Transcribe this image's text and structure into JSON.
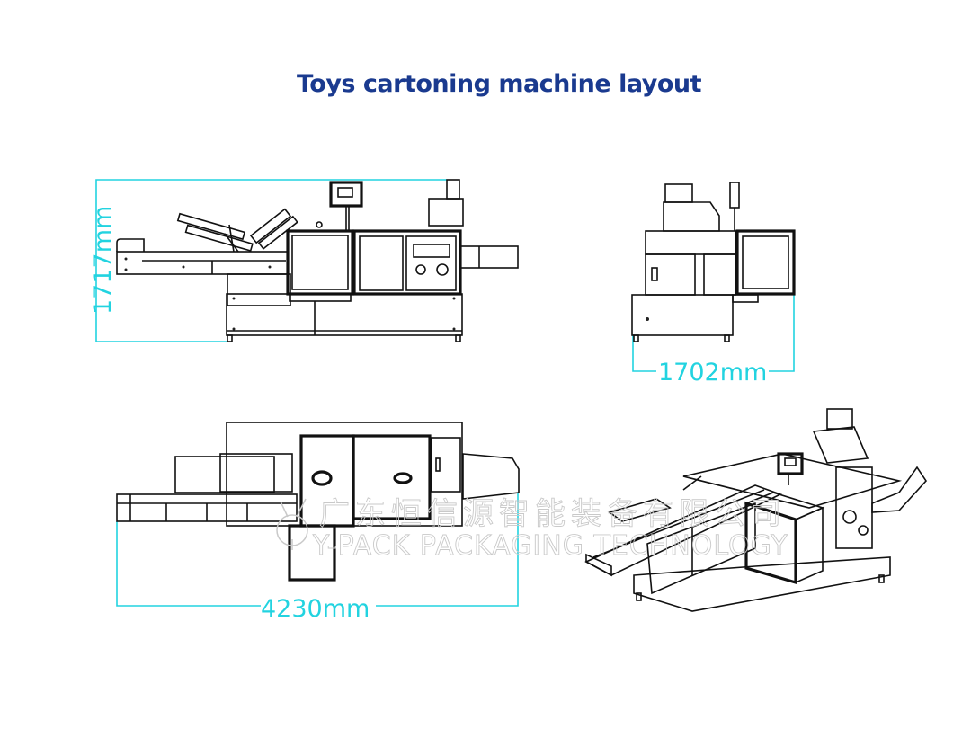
{
  "title": "Toys cartoning machine layout",
  "colors": {
    "title": "#1a3a8f",
    "dimension_lines": "#22d3e0",
    "drawing_lines": "#111111",
    "watermark": "#c9c9c9"
  },
  "views": {
    "front": {
      "label": "front-elevation",
      "dimension": "1717mm",
      "dimension_axis": "height"
    },
    "side": {
      "label": "side-elevation",
      "dimension": "1702mm",
      "dimension_axis": "width"
    },
    "top": {
      "label": "top-plan",
      "dimension": "4230mm",
      "dimension_axis": "length"
    },
    "iso": {
      "label": "isometric-view"
    }
  },
  "watermark": {
    "cn": "广东恒信源智能装备有限公司",
    "en": "Y-PACK PACKAGING TECHNOLOGY"
  }
}
